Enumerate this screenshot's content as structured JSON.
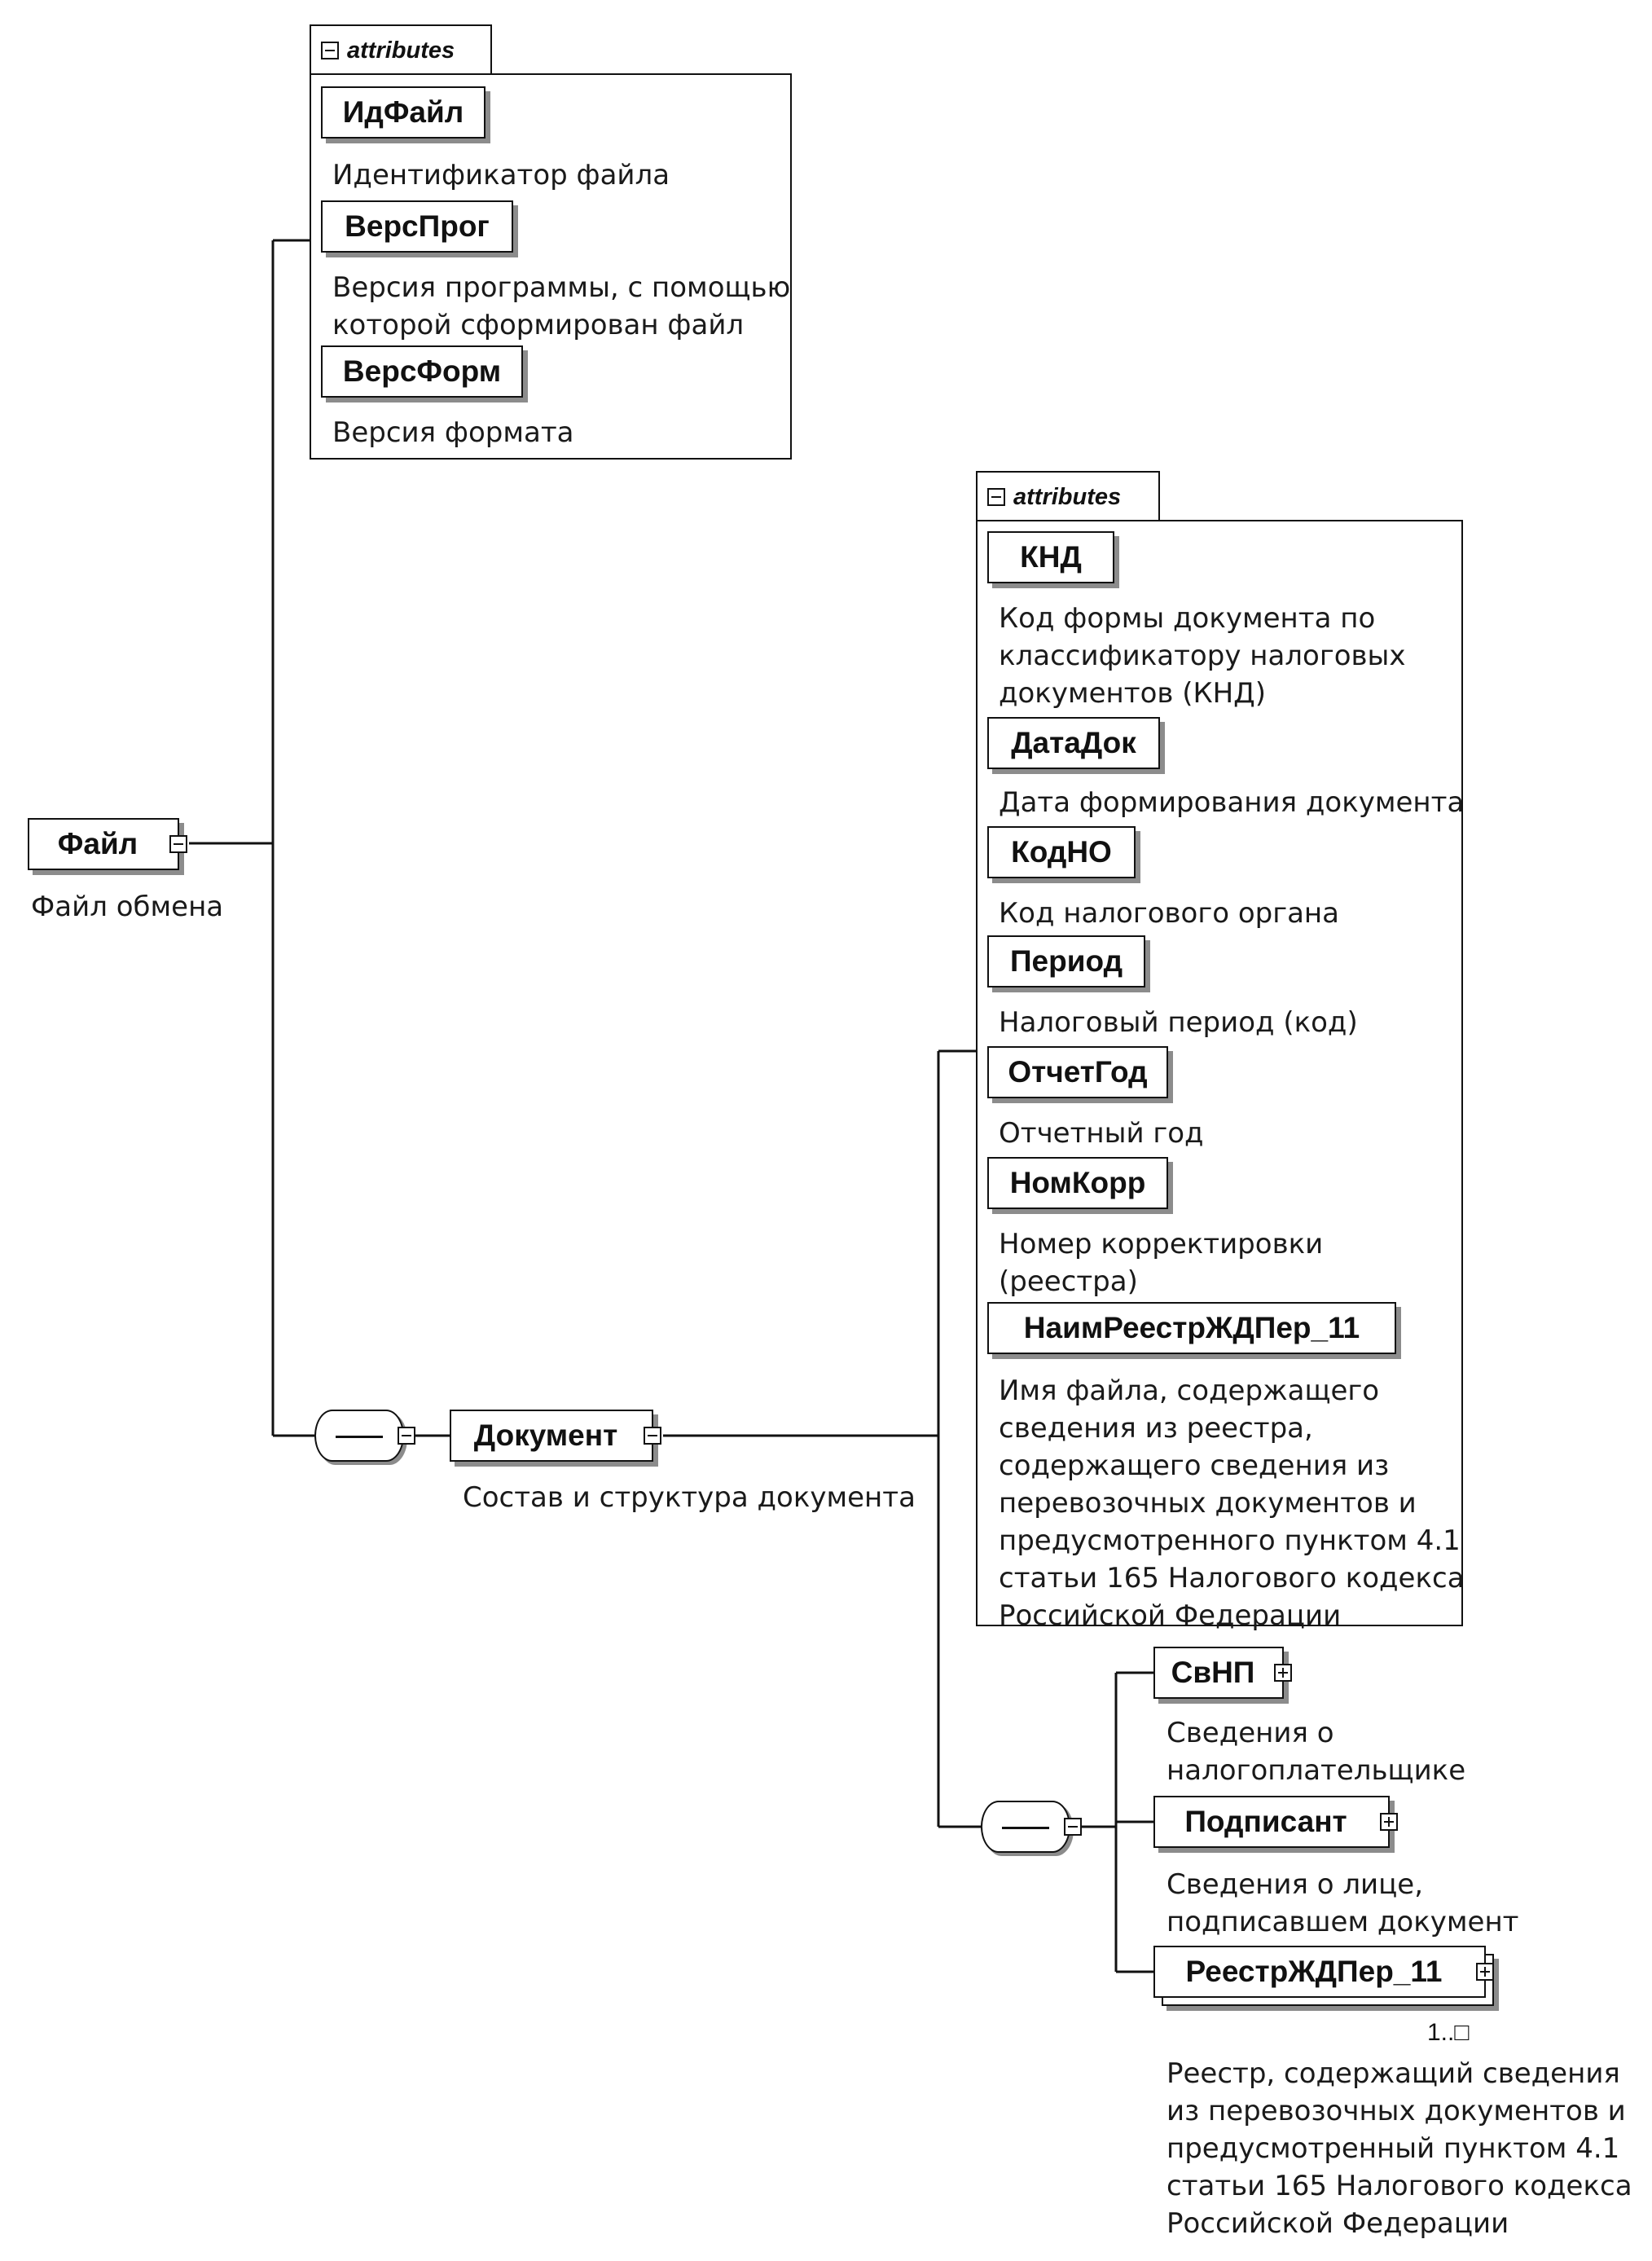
{
  "root": {
    "name": "Файл",
    "description": "Файл обмена"
  },
  "root_attributes": {
    "tab_label": "attributes",
    "items": [
      {
        "name": "ИдФайл",
        "description": "Идентификатор файла"
      },
      {
        "name": "ВерсПрог",
        "description": "Версия программы, с помощью\nкоторой сформирован файл"
      },
      {
        "name": "ВерсФорм",
        "description": "Версия формата"
      }
    ]
  },
  "document": {
    "name": "Документ",
    "description": "Состав и структура документа"
  },
  "document_attributes": {
    "tab_label": "attributes",
    "items": [
      {
        "name": "КНД",
        "description": "Код формы документа по\nклассификатору налоговых\nдокументов (КНД)"
      },
      {
        "name": "ДатаДок",
        "description": "Дата формирования документа"
      },
      {
        "name": "КодНО",
        "description": "Код налогового органа"
      },
      {
        "name": "Период",
        "description": "Налоговый период (код)"
      },
      {
        "name": "ОтчетГод",
        "description": "Отчетный год"
      },
      {
        "name": "НомКорр",
        "description": "Номер корректировки\n(реестра)"
      },
      {
        "name": "НаимРеестрЖДПер_11",
        "description": "Имя файла, содержащего\nсведения из реестра,\nсодержащего сведения из\nперевозочных документов и\nпредусмотренного пунктом 4.1\nстатьи 165 Налогового кодекса\nРоссийской Федерации"
      }
    ]
  },
  "document_children": [
    {
      "name": "СвНП",
      "description": "Сведения о\nналогоплательщике"
    },
    {
      "name": "Подписант",
      "description": "Сведения о лице,\nподписавшем документ"
    },
    {
      "name": "РеестрЖДПер_11",
      "cardinality": "1..□",
      "description": "Реестр, содержащий сведения\nиз перевозочных документов и\nпредусмотренный пунктом 4.1\nстатьи 165 Налогового кодекса\nРоссийской Федерации"
    }
  ]
}
